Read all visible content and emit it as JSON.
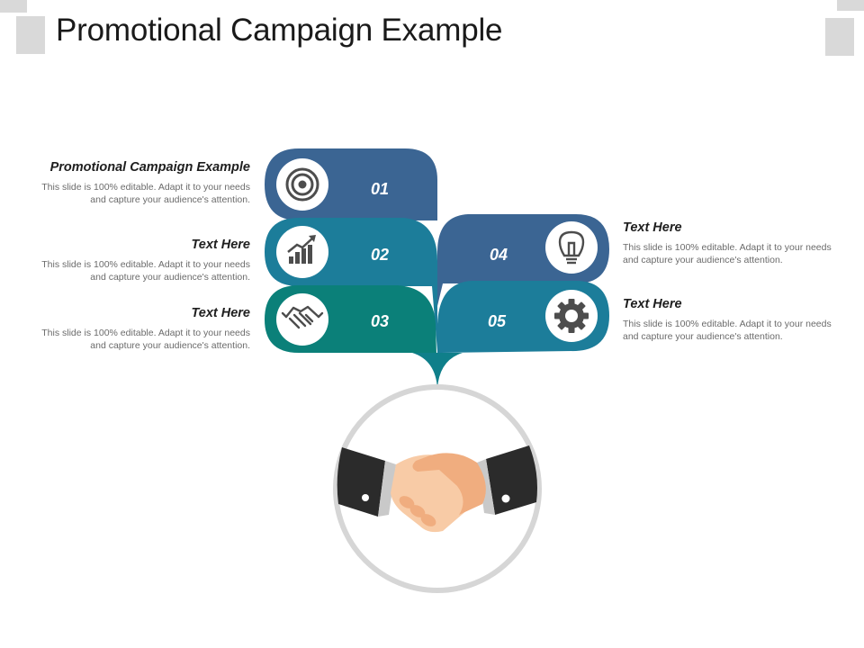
{
  "slide": {
    "title": "Promotional Campaign Example"
  },
  "left_items": [
    {
      "heading": "Promotional Campaign Example",
      "body": "This slide is 100% editable. Adapt it to your needs and capture your audience's attention."
    },
    {
      "heading": "Text Here",
      "body": "This slide is 100% editable. Adapt it to your needs and capture your audience's attention."
    },
    {
      "heading": "Text Here",
      "body": "This slide is 100% editable. Adapt it to your needs and capture your audience's attention."
    }
  ],
  "right_items": [
    {
      "heading": "Text Here",
      "body": "This slide is 100% editable. Adapt it to your needs and capture your audience's attention."
    },
    {
      "heading": "Text Here",
      "body": "This slide is 100% editable. Adapt it to your needs and capture your audience's attention."
    }
  ],
  "steps": [
    {
      "number": "01",
      "icon": "target-icon",
      "color": "#3b6593"
    },
    {
      "number": "02",
      "icon": "growth-chart-icon",
      "color": "#1c7d9a"
    },
    {
      "number": "03",
      "icon": "handshake-icon",
      "color": "#0b8079"
    },
    {
      "number": "04",
      "icon": "lightbulb-icon",
      "color": "#3b6593"
    },
    {
      "number": "05",
      "icon": "gear-icon",
      "color": "#1c7d9a"
    }
  ],
  "colors": {
    "title": "#1a1a1a",
    "heading": "#1e1e1e",
    "body_text": "#6b6b6b",
    "corner_gray": "#d9d9d9",
    "ring_gray": "#d6d6d6",
    "sleeve": "#2b2b2b",
    "skin_light": "#f8cba6",
    "skin_dark": "#f0ad7f"
  },
  "center_illustration": "handshake-illustration"
}
